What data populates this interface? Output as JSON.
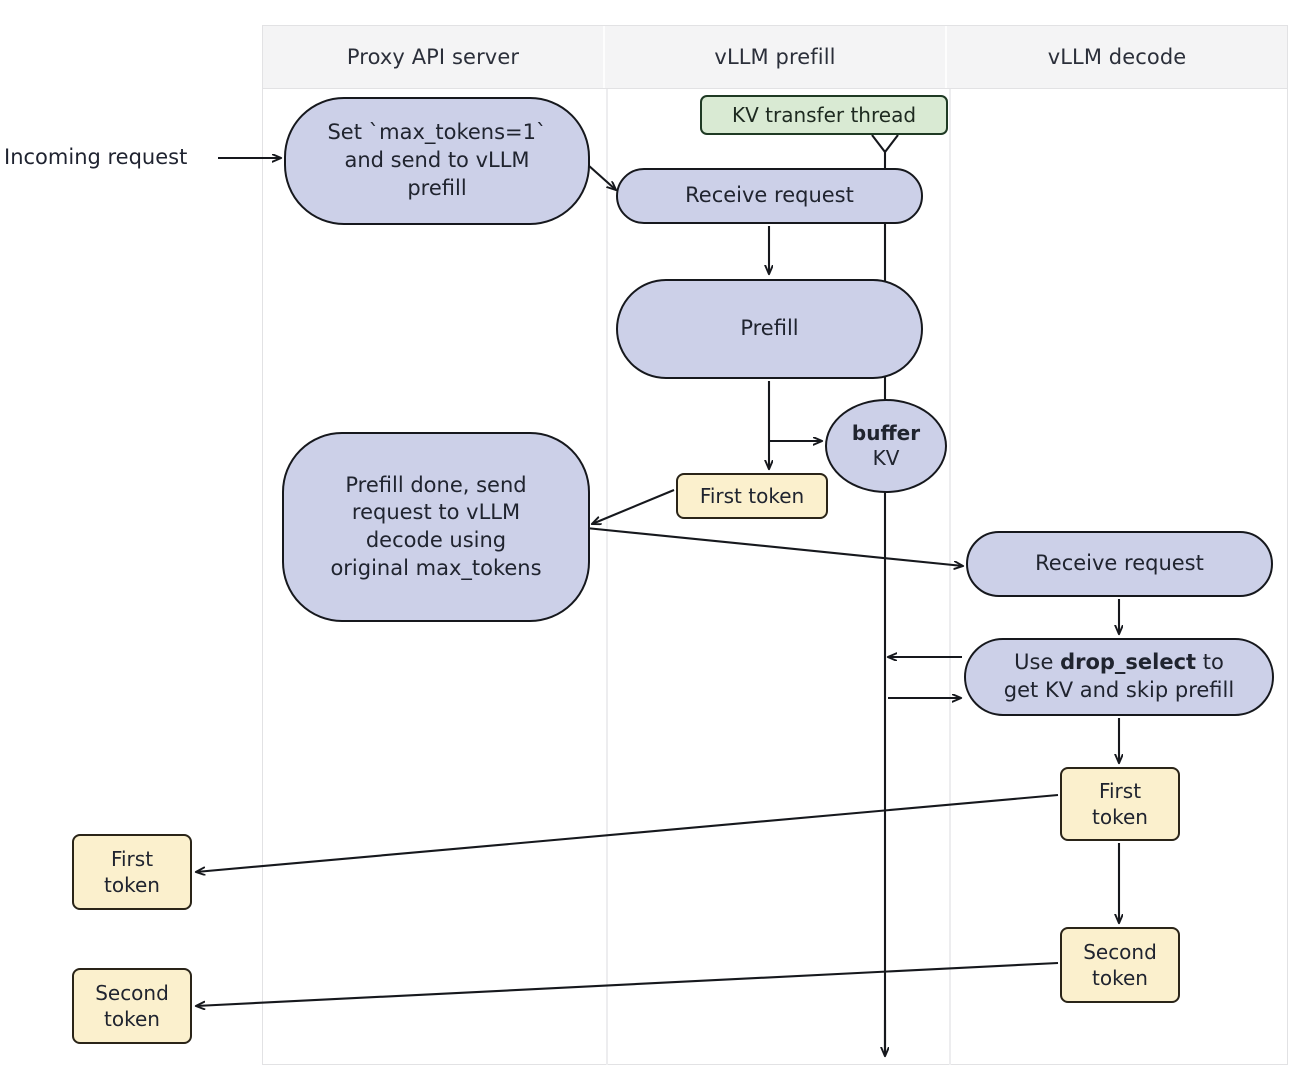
{
  "diagram": {
    "type": "swimlane-flowchart",
    "lanes": [
      {
        "id": "proxy",
        "title": "Proxy API server"
      },
      {
        "id": "prefill",
        "title": "vLLM prefill"
      },
      {
        "id": "decode",
        "title": "vLLM decode"
      }
    ],
    "entry_label": "Incoming request",
    "nodes": {
      "proxy_set_max": {
        "shape": "stadium",
        "lines": [
          "Set `max_tokens=1`",
          "and send to vLLM",
          "prefill"
        ]
      },
      "proxy_prefill_done": {
        "shape": "stadium",
        "lines": [
          "Prefill done, send",
          "request to vLLM",
          "decode using",
          "original max_tokens"
        ]
      },
      "kv_transfer_note": {
        "shape": "note",
        "label": "KV transfer thread"
      },
      "prefill_receive": {
        "shape": "stadium",
        "label": "Receive request"
      },
      "prefill_main": {
        "shape": "stadium",
        "label": "Prefill"
      },
      "buffer_kv": {
        "shape": "ellipse",
        "line1": "buffer",
        "line2": "KV"
      },
      "prefill_first_token": {
        "shape": "rect",
        "label": "First token"
      },
      "decode_receive": {
        "shape": "stadium",
        "label": "Receive request"
      },
      "decode_dropselect": {
        "shape": "stadium",
        "line1_pre": "Use ",
        "line1_bold": "drop_select",
        "line1_post": " to",
        "line2": "get KV and skip prefill"
      },
      "decode_first_token": {
        "shape": "rect",
        "line1": "First",
        "line2": "token"
      },
      "decode_second_token": {
        "shape": "rect",
        "line1": "Second",
        "line2": "token"
      },
      "proxy_first_token": {
        "shape": "rect",
        "line1": "First",
        "line2": "token"
      },
      "proxy_second_token": {
        "shape": "rect",
        "line1": "Second",
        "line2": "token"
      }
    },
    "colors": {
      "process_fill": "#ccd0e8",
      "process_stroke": "#16181d",
      "token_fill": "#fbf0cd",
      "token_stroke": "#2a2418",
      "note_fill": "#d9ead3",
      "note_stroke": "#1f3a24",
      "lane_header_fill": "#f4f4f5",
      "lane_border": "#e2e2e4",
      "page_background": "#ffffff",
      "connector": "#16181d"
    },
    "edges": [
      {
        "from": "incoming-request",
        "to": "proxy_set_max",
        "style": "arrow"
      },
      {
        "from": "proxy_set_max",
        "to": "prefill_receive",
        "style": "arrow"
      },
      {
        "from": "kv_transfer_note",
        "to": "kv_thread_line",
        "style": "note-tail"
      },
      {
        "from": "prefill_receive",
        "to": "prefill_main",
        "style": "arrow"
      },
      {
        "from": "prefill_main",
        "to": "prefill_first_token",
        "style": "arrow"
      },
      {
        "from": "prefill_main",
        "to": "buffer_kv",
        "style": "arrow"
      },
      {
        "from": "prefill_first_token",
        "to": "proxy_prefill_done",
        "style": "arrow"
      },
      {
        "from": "proxy_prefill_done",
        "to": "decode_receive",
        "style": "arrow"
      },
      {
        "from": "decode_receive",
        "to": "decode_dropselect",
        "style": "arrow"
      },
      {
        "from": "decode_dropselect",
        "to": "kv_thread_line",
        "style": "bidirectional"
      },
      {
        "from": "decode_dropselect",
        "to": "decode_first_token",
        "style": "arrow"
      },
      {
        "from": "decode_first_token",
        "to": "decode_second_token",
        "style": "arrow"
      },
      {
        "from": "decode_first_token",
        "to": "proxy_first_token",
        "style": "arrow"
      },
      {
        "from": "decode_second_token",
        "to": "proxy_second_token",
        "style": "arrow"
      },
      {
        "from": "kv_thread_line",
        "to": "bottom",
        "style": "arrow"
      }
    ]
  }
}
